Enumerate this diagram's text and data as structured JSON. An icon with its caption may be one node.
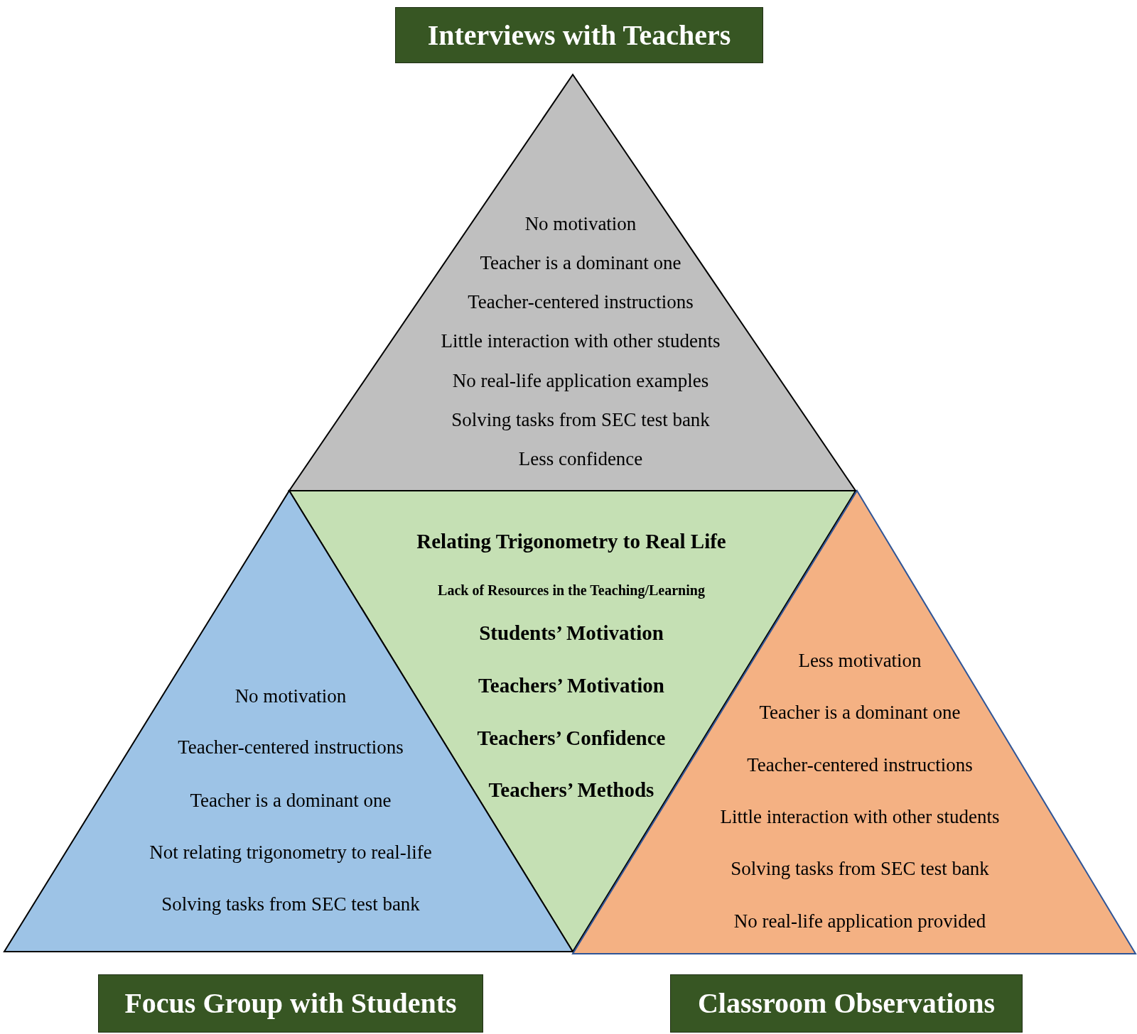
{
  "diagram": {
    "nodes": [
      {
        "text": [
          "Interviews with Teachers"
        ]
      },
      {
        "text": [
          "No motivation",
          "Teacher is a dominant one",
          "Teacher-centered instructions",
          "Little interaction with other students",
          "No real-life application examples",
          "Solving tasks from SEC test bank",
          "Less confidence"
        ]
      },
      {
        "text": [
          "Relating Trigonometry to Real Life",
          "Lack of Resources in the Teaching/Learning",
          "Students’ Motivation",
          "Teachers’ Motivation",
          "Teachers’ Confidence",
          "Teachers’ Methods"
        ]
      },
      {
        "text": [
          "No motivation",
          "Teacher-centered instructions",
          "Teacher is a dominant one",
          "Not relating trigonometry to real-life",
          "Solving tasks from SEC test bank"
        ]
      },
      {
        "text": [
          "Less motivation",
          "Teacher is a dominant one",
          "Teacher-centered instructions",
          "Little interaction with other students",
          "Solving tasks from SEC test bank",
          "No real-life application provided"
        ]
      },
      {
        "text": [
          "Focus Group with Students"
        ]
      },
      {
        "text": [
          "Classroom Observations"
        ]
      }
    ]
  }
}
